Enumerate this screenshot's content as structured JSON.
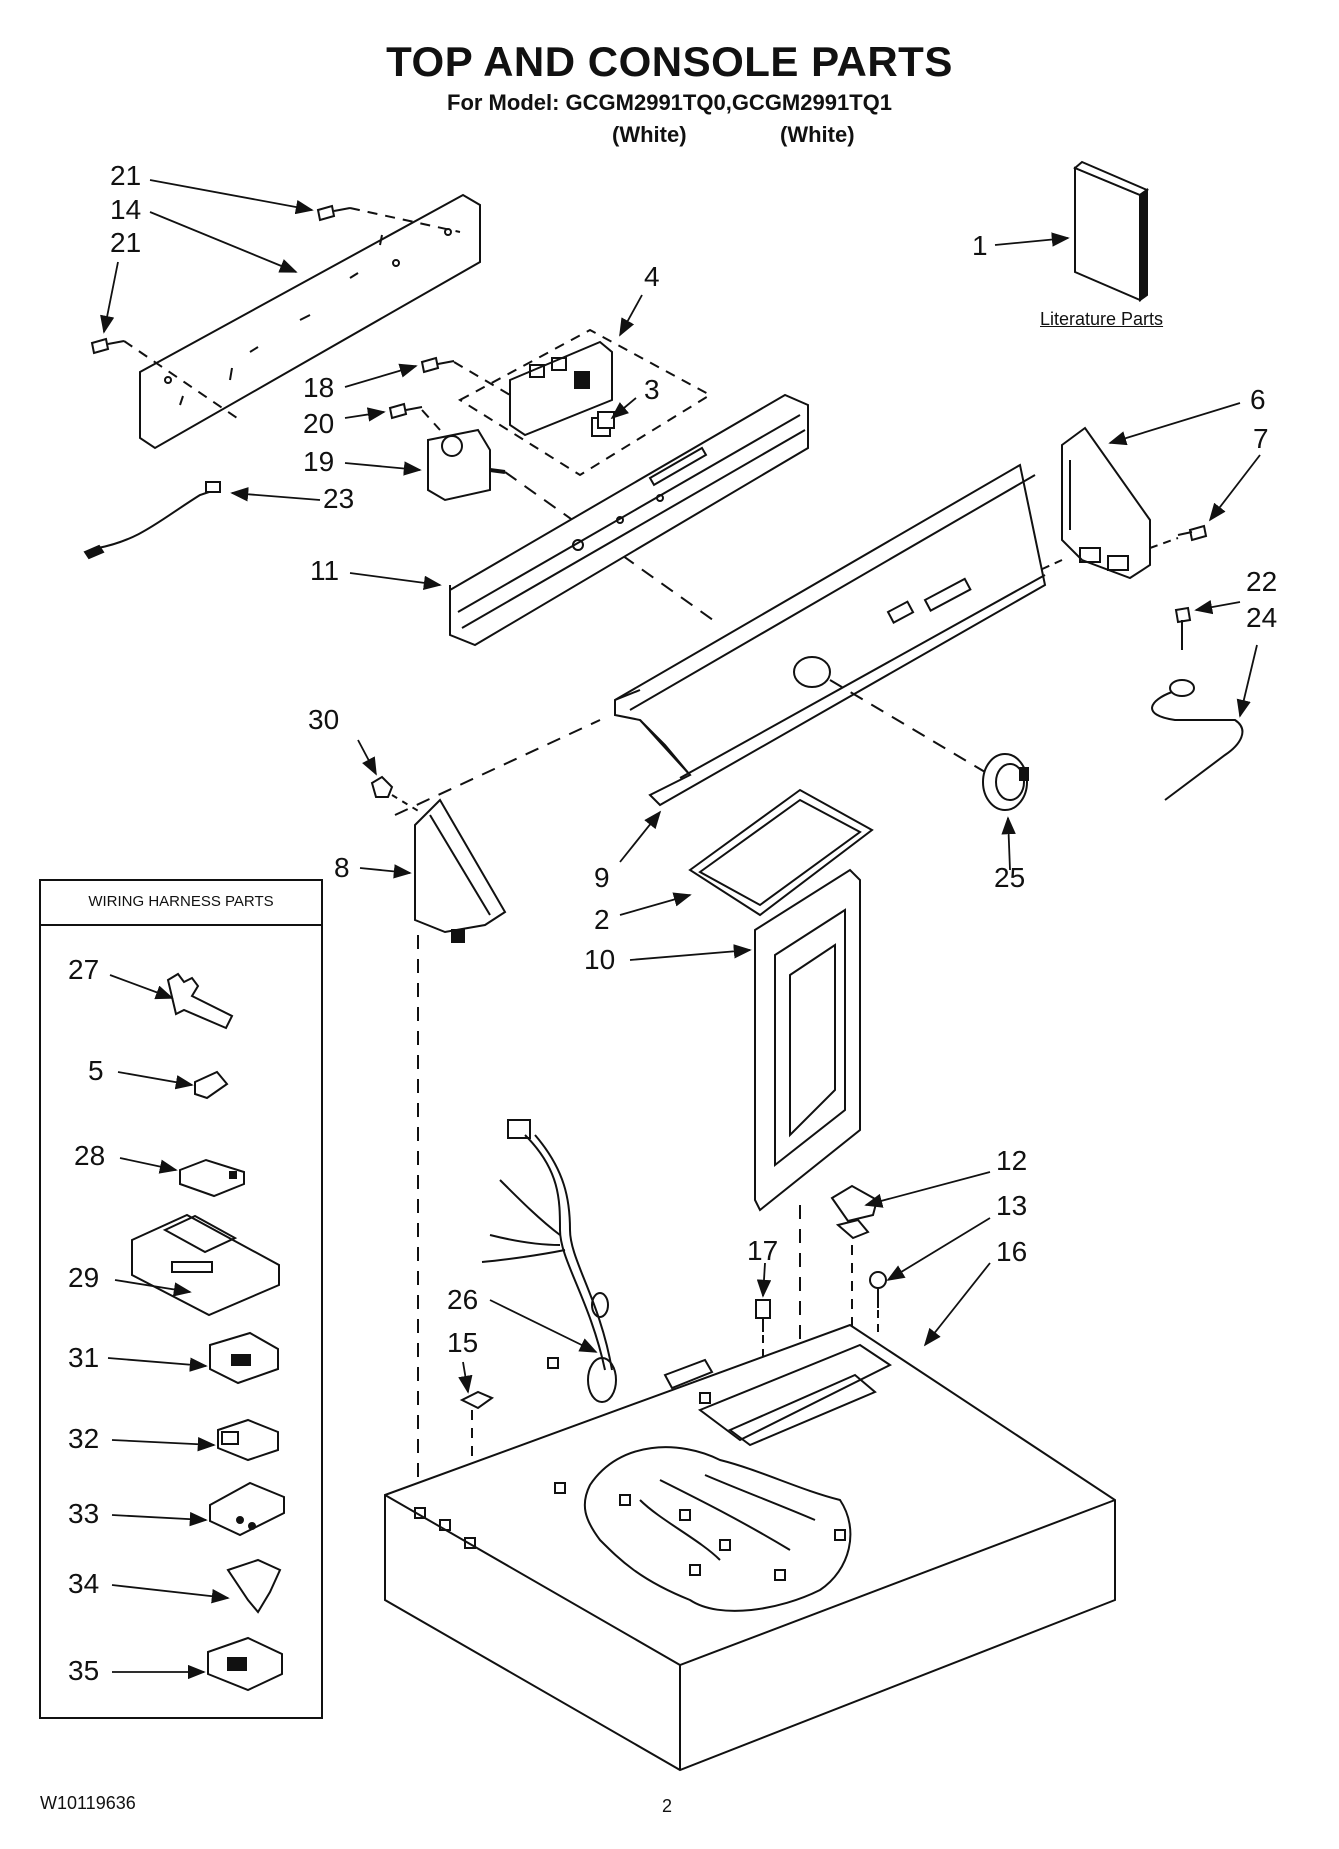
{
  "header": {
    "title": "TOP AND CONSOLE PARTS",
    "model_line": "For Model: GCGM2991TQ0,GCGM2991TQ1",
    "variant_1": "(White)",
    "variant_2": "(White)"
  },
  "literature": {
    "label": "Literature Parts"
  },
  "harness_box": {
    "title": "WIRING HARNESS PARTS"
  },
  "callouts": {
    "c1": "1",
    "c2": "2",
    "c3": "3",
    "c4": "4",
    "c5": "5",
    "c6": "6",
    "c7": "7",
    "c8": "8",
    "c9": "9",
    "c10": "10",
    "c11": "11",
    "c12": "12",
    "c13": "13",
    "c14": "14",
    "c15": "15",
    "c16": "16",
    "c17": "17",
    "c18": "18",
    "c19": "19",
    "c20": "20",
    "c21a": "21",
    "c21b": "21",
    "c22": "22",
    "c23": "23",
    "c24": "24",
    "c25": "25",
    "c26": "26",
    "c27": "27",
    "c28": "28",
    "c29": "29",
    "c30": "30",
    "c31": "31",
    "c32": "32",
    "c33": "33",
    "c34": "34",
    "c35": "35"
  },
  "footer": {
    "doc_number": "W10119636",
    "page_number": "2"
  }
}
